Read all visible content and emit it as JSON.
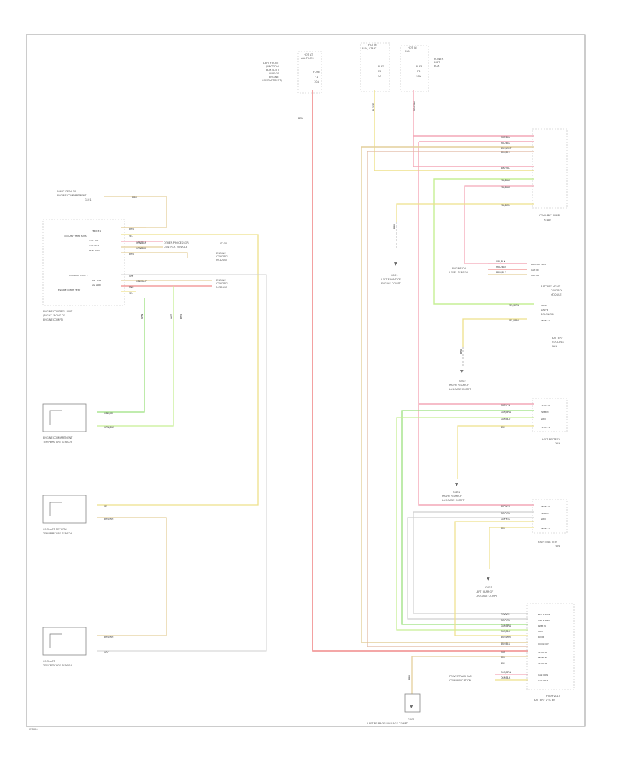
{
  "frame": {
    "footer_code": "W0090"
  },
  "wire_colors": {
    "red": "#f08a8a",
    "pink": "#f4a7b7",
    "yellow": "#eee08a",
    "green": "#9be07e",
    "light_green": "#c6ef95",
    "brown": "#c8b07a",
    "gray": "#aaaaaa",
    "black": "#555555",
    "outline": "#9a9a9a"
  },
  "fuses": {
    "left": [
      "HOT AT",
      "ALL TIMES",
      "FUSE",
      "F1",
      "10A"
    ],
    "mid": [
      "HOT IN",
      "RUN, START",
      "FUSE",
      "F5",
      "5A"
    ],
    "right": [
      "HOT IN",
      "RUN",
      "FUSE",
      "F3",
      "10A"
    ],
    "left_desc": [
      "LEFT FRONT",
      "JUNCTION",
      "BOX (LEFT",
      "SIDE OF",
      "ENGINE",
      "COMPARTMENT)"
    ],
    "right_desc": [
      "POWER",
      "DIST",
      "BOX"
    ],
    "left_wire": "RED",
    "mid_wire": "BLK/YEL",
    "right_wire": "RED/BLU"
  },
  "left_section": {
    "ground_label": [
      "RIGHT REAR OF",
      "ENGINE COMPARTMENT"
    ],
    "ground_code": "G101",
    "ground_wire": "BRN",
    "pcm_pins": [
      "TERM 31",
      "COOLANT TEMP SENS",
      "CAN LOW",
      "CAN HIGH",
      "SENS GND",
      "COOLANT TEMP 1",
      "SIG FUSE",
      "SIG GND",
      "ENGINE COMPT TEMP"
    ],
    "pcm_wires": [
      "BRN",
      "YEL",
      "ORN/BRN",
      "ORN/BLK",
      "BRN",
      "GRY",
      "GRN/WHT",
      "PNK",
      "YEL"
    ],
    "module_notes": [
      "OTHER PROCESSOR",
      "CONTROL MODULE"
    ],
    "module_label": [
      "ENGINE",
      "CONTROL",
      "MODULE"
    ],
    "pcm_label": [
      "ENGINE CONTROL UNIT",
      "(RIGHT FRONT OF",
      "ENGINE COMPT)"
    ],
    "sensors": [
      {
        "label": [
          "ENGINE COMPARTMENT",
          "TEMPERATURE SENSOR"
        ],
        "wire1": "GRN/YEL",
        "wire2": "GRN/BRN"
      },
      {
        "label": [
          "COOLANT RETURN",
          "TEMPERATURE SENSOR"
        ],
        "wire1": "YEL",
        "wire2": "BRN/WHT"
      },
      {
        "label": [
          "COOLANT",
          "TEMPERATURE SENSOR"
        ],
        "wire1": "BRN/WHT",
        "wire2": "GRY"
      }
    ],
    "vertical_wires": [
      "GRN",
      "WHT",
      "BRN"
    ],
    "tag": "S200"
  },
  "right_section": {
    "relay_wires": [
      "RED/BLU",
      "RED/BLU",
      "BRN/WHT",
      "BRN/BLU",
      "BLK/YEL",
      "YEL/BLU",
      "YEL/BLK",
      "YEL/BRN"
    ],
    "relay_label": [
      "COOLANT PUMP",
      "RELAY"
    ],
    "ground_mid": {
      "code": "G101",
      "label": [
        "LEFT FRONT OF",
        "ENGINE COMPT"
      ],
      "wire": "BRN"
    },
    "oil_sensor": {
      "wires": [
        "YEL/BLK",
        "RED/BLU",
        "BRN/BLK"
      ],
      "pins": [
        "BATTERY PLUS",
        "CAN HI",
        "CAN LO"
      ],
      "label": [
        "BATTERY MGMT",
        "CONTROL",
        "MODULE"
      ],
      "side": [
        "ENGINE OIL",
        "LEVEL SENSOR"
      ]
    },
    "valve": {
      "wire": "YEL/GRN",
      "pin": "VALVE",
      "label": [
        "VALVE",
        "SOLENOID"
      ]
    },
    "battery_fan": {
      "wire": "YEL/BRN",
      "pin": "TERM 31",
      "label": [
        "BATTERY",
        "COOLING",
        "FAN"
      ]
    },
    "ground_g402": {
      "code": "G402",
      "label": [
        "RIGHT REAR OF",
        "LUGGAGE COMPT"
      ],
      "wire": "BRN"
    },
    "left_fan": {
      "wires": [
        "RED/YEL",
        "GRN/BRN",
        "GRN/BLU",
        "BRN"
      ],
      "pins": [
        "TERM 30",
        "PWM IN",
        "GRN",
        "TERM 31"
      ],
      "label": [
        "LEFT BATTERY",
        "FAN"
      ]
    },
    "g402b": {
      "code": "G402",
      "label": [
        "RIGHT REAR OF",
        "LUGGAGE COMPT"
      ]
    },
    "right_fan": {
      "wires": [
        "RED/YEL",
        "GRY/YEL",
        "GRY/YEL",
        "BRN"
      ],
      "pins": [
        "TERM 30",
        "PWM IN",
        "GRN",
        "TERM 31"
      ],
      "label": [
        "RIGHT BATTERY",
        "FAN"
      ]
    },
    "g403": {
      "code": "G403",
      "label": [
        "LEFT REAR OF",
        "LUGGAGE COMPT"
      ]
    },
    "bottom_wires": [
      "GRY/YEL",
      "GRY/YEL",
      "GRN/BRN",
      "GRN/BLU",
      "BRN/WHT",
      "BRN/BLU",
      "RED",
      "BRN",
      "BRN"
    ],
    "bottom_pins": [
      "FAN 1 PWM",
      "FAN 2 PWM",
      "PWM IN",
      "GRN",
      "PUMP",
      "COOL OUT",
      "TERM 30",
      "TERM 31",
      "TERM 31"
    ],
    "bottom_module": [
      "HIGH VOLT",
      "BATTERY SYSTEM"
    ],
    "bottom_side": [
      "POWERTRAIN CAN",
      "COMMUNICATION"
    ],
    "bottom_side_wires": [
      "ORN/BRN",
      "ORN/BLK"
    ],
    "bottom_side_pins": [
      "CAN LOW",
      "CAN HIGH"
    ],
    "ground_bottom": {
      "code": "G401",
      "label": [
        "LEFT REAR OF LUGGAGE COMPT"
      ],
      "wire": "BRN"
    }
  }
}
